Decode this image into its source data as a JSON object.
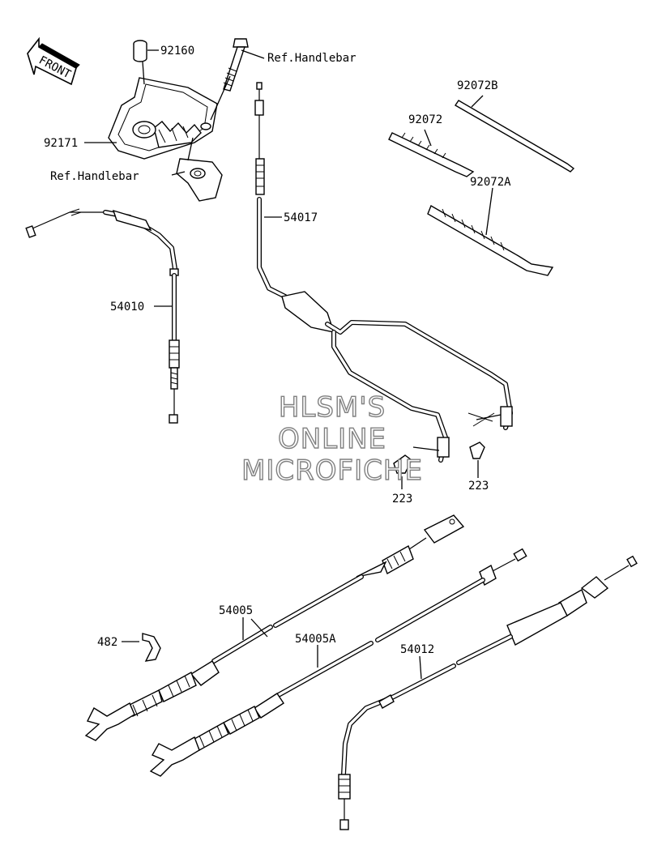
{
  "front_label": "FRONT",
  "watermark": [
    "HLSM'S",
    "ONLINE",
    "MICROFICHE"
  ],
  "labels": {
    "p92160": "92160",
    "ref_handlebar_top": "Ref.Handlebar",
    "p92171": "92171",
    "ref_handlebar_mid": "Ref.Handlebar",
    "p92072B": "92072B",
    "p92072": "92072",
    "p92072A": "92072A",
    "p54017": "54017",
    "p54010": "54010",
    "p223_left": "223",
    "p223_right": "223",
    "p54005": "54005",
    "p54005A": "54005A",
    "p54012": "54012",
    "p482": "482"
  }
}
